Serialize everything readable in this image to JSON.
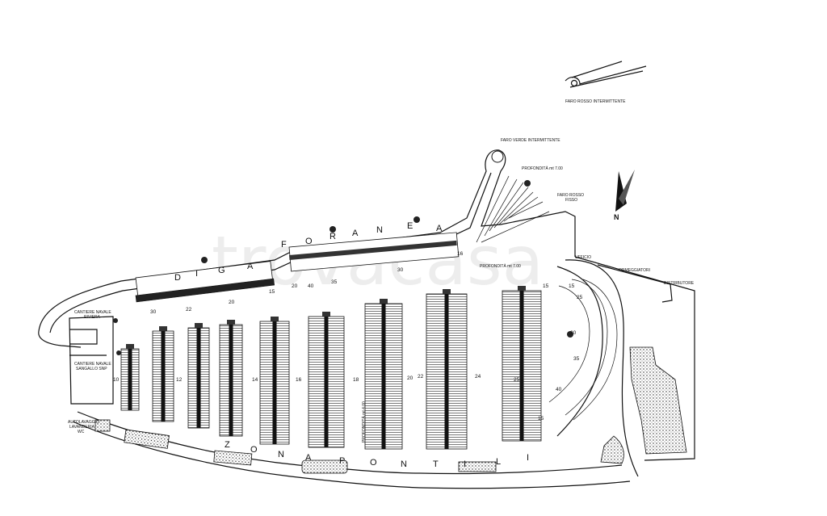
{
  "labels": {
    "faro_rosso_intermittente": "FARO ROSSO INTERMITTENTE",
    "faro_verde_intermittente": "FARO VERDE INTERMITTENTE",
    "faro_rosso_fisso_1": "FARO ROSSO",
    "faro_rosso_fisso_2": "FISSO",
    "profondita_1": "PROFONDITÀ mt 7.00",
    "profondita_2": "PROFONDITÀ mt 7.00",
    "profondita_3": "PROFONDITÀ mt 4.00",
    "ufficio": "UFFICIO",
    "ormeggiatori": "ORMEGGIATORI",
    "distributore": "DISTRIBUTORE",
    "cantiere_riviera_1": "CANTIERE NAVALE",
    "cantiere_riviera_2": "RIVIERA",
    "cantiere_sangallo_1": "CANTIERE NAVALE",
    "cantiere_sangallo_2": "SANGALLO SNP",
    "autolavaggio_1": "AUTOLAVAGGIO",
    "autolavaggio_2": "LAVANDERIA",
    "autolavaggio_3": "WC",
    "north": "N",
    "watermark": "trovacasa"
  },
  "diga_letters": [
    "D",
    "I",
    "G",
    "A",
    "F",
    "O",
    "R",
    "A",
    "N",
    "E",
    "A"
  ],
  "zona_letters": [
    "Z",
    "O",
    "N",
    "A",
    "P",
    "O",
    "N",
    "T",
    "I",
    "L",
    "I"
  ],
  "numbers": {
    "n30a": "30",
    "n22": "22",
    "n20": "20",
    "n15a": "15",
    "n20b": "20",
    "n40a": "40",
    "n35": "35",
    "n30b": "30",
    "n16a": "16",
    "n15b": "15",
    "n15c": "15",
    "n25a": "25",
    "n30c": "30",
    "n35b": "35",
    "n40b": "40",
    "n15d": "15",
    "n25b": "25",
    "n24": "24",
    "n22b": "22",
    "n20c": "20",
    "n18": "18",
    "n16b": "16",
    "n14": "14",
    "n12": "12",
    "n10": "10"
  }
}
